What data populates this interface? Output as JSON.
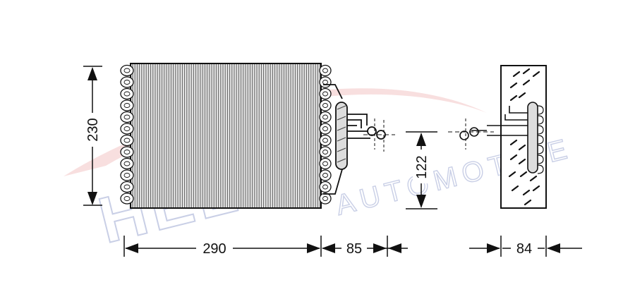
{
  "watermark": {
    "brand": "HELLA",
    "sub": "AUTOMOTIVE",
    "swoosh_color": "#f2c4c4",
    "text_color": "#c9cfe6"
  },
  "dimensions": {
    "height": "230",
    "width": "290",
    "fitting_depth": "85",
    "fitting_height": "122",
    "side_depth": "84"
  },
  "colors": {
    "line": "#111111",
    "fin_fill": "#e3e3e3"
  }
}
